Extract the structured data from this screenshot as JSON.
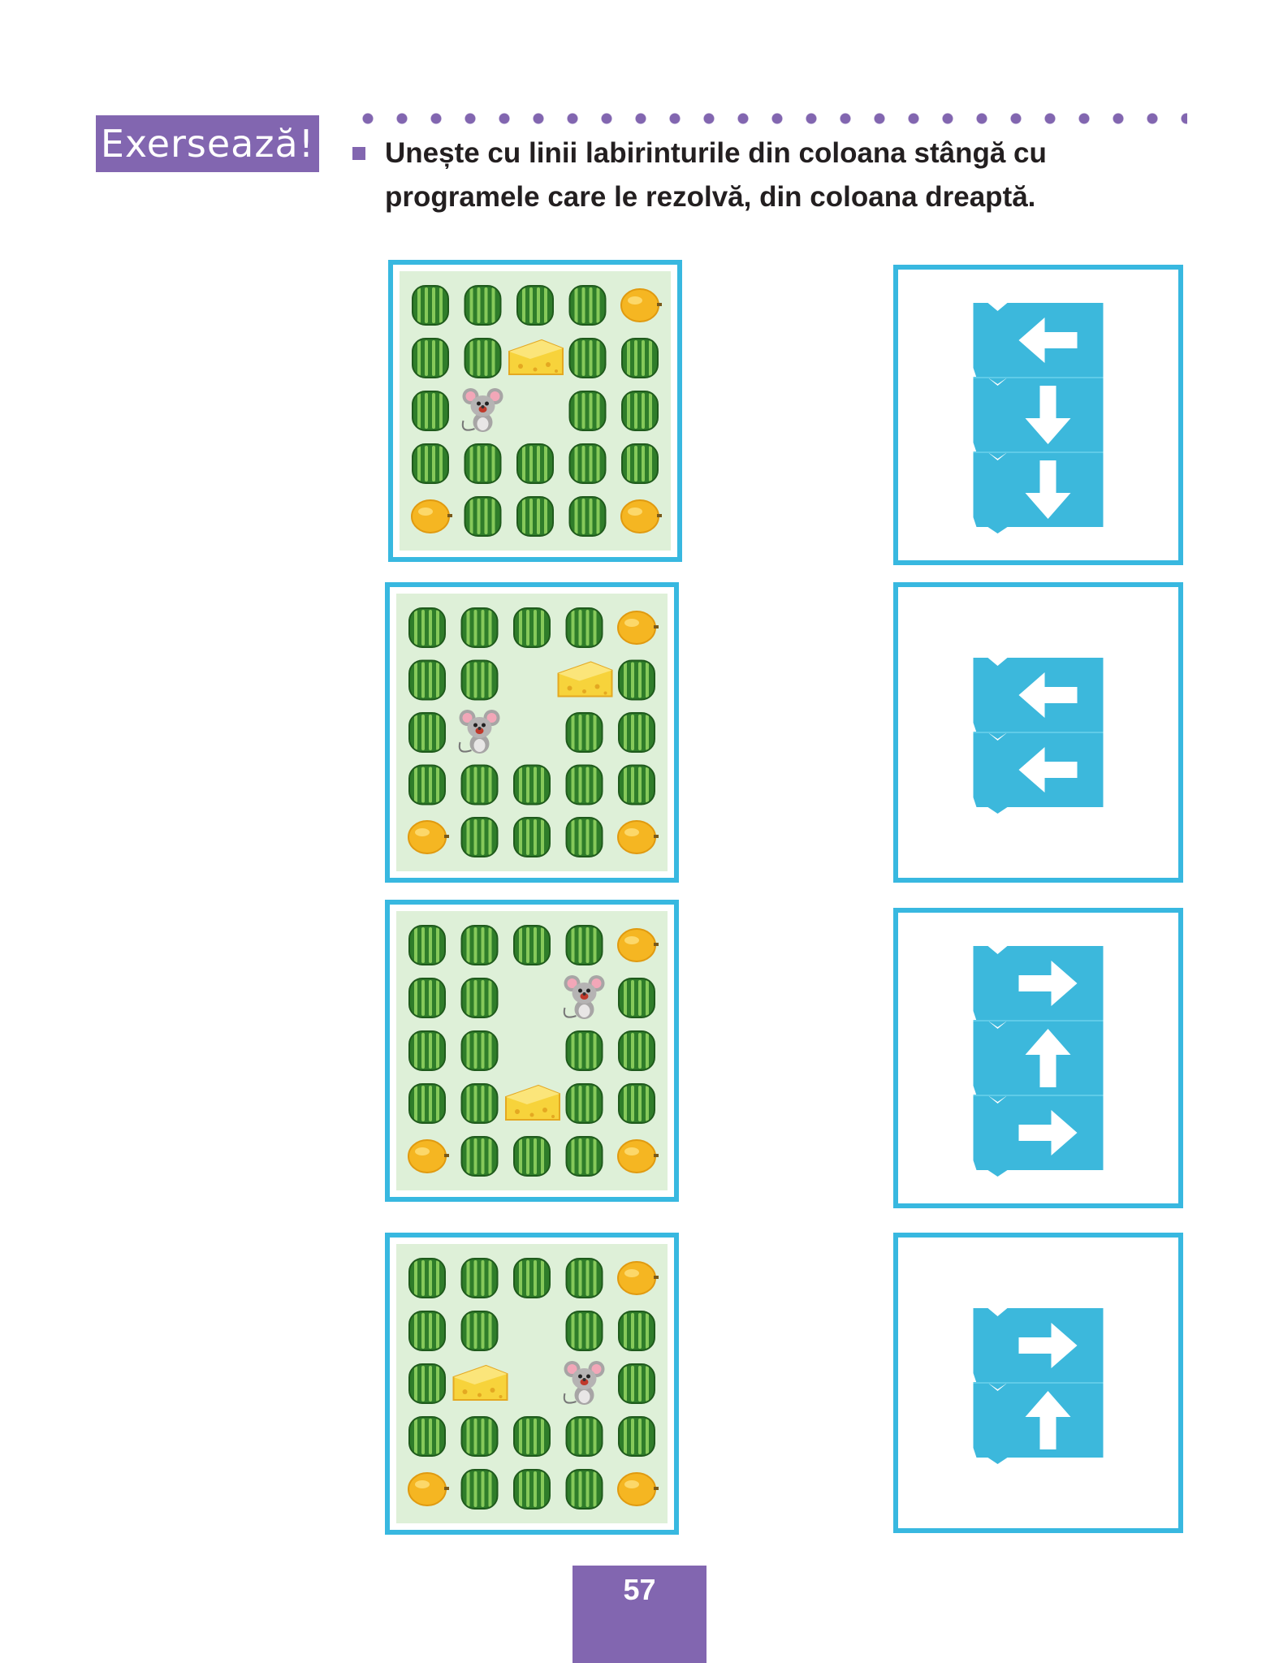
{
  "header": {
    "badge_label": "Exersează!",
    "instruction": "Unește cu linii labirinturile din coloana stângă cu programele care le rezolvă, din coloana dreaptă."
  },
  "colors": {
    "accent": "#8266b0",
    "frame": "#38b8e0",
    "maze_bg": "#def0d8",
    "block": "#3cb8dc"
  },
  "icons": [
    "watermelon-icon",
    "melon-icon",
    "cheese-icon",
    "mouse-icon",
    "arrow-left-icon",
    "arrow-right-icon",
    "arrow-up-icon",
    "arrow-down-icon"
  ],
  "mazes": [
    {
      "grid": [
        "WWWWO",
        "WWCWW",
        "WM.WW",
        "WWWWW",
        "OWWWO"
      ]
    },
    {
      "grid": [
        "WWWWO",
        "WW.CW",
        "WM.WW",
        "WWWWW",
        "OWWWO"
      ]
    },
    {
      "grid": [
        "WWWWO",
        "WW.MW",
        "WW.WW",
        "WWCWW",
        "OWWWO"
      ]
    },
    {
      "grid": [
        "WWWWO",
        "WW.WW",
        "WC.MW",
        "WWWWW",
        "OWWWO"
      ]
    }
  ],
  "programs": [
    {
      "steps": [
        "left",
        "down",
        "down"
      ]
    },
    {
      "steps": [
        "left",
        "left"
      ]
    },
    {
      "steps": [
        "right",
        "up",
        "right"
      ]
    },
    {
      "steps": [
        "right",
        "up"
      ]
    }
  ],
  "footer": {
    "page_number": "57"
  }
}
